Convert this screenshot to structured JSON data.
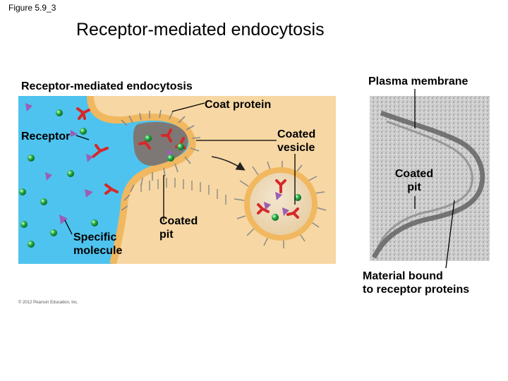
{
  "figure_label": "Figure 5.9_3",
  "slide_title": "Receptor-mediated endocytosis",
  "diagram": {
    "panel_title": "Receptor-mediated endocytosis",
    "labels": {
      "coat_protein": "Coat protein",
      "receptor": "Receptor",
      "coated_vesicle_line1": "Coated",
      "coated_vesicle_line2": "vesicle",
      "coated_pit_left_line1": "Coated",
      "coated_pit_left_line2": "pit",
      "specific_molecule_line1": "Specific",
      "specific_molecule_line2": "molecule"
    }
  },
  "micrograph": {
    "plasma_membrane": "Plasma membrane",
    "coated_pit_line1": "Coated",
    "coated_pit_line2": "pit",
    "material_bound_line1": "Material bound",
    "material_bound_line2": "to receptor proteins"
  },
  "copyright": "© 2012 Pearson Education, Inc.",
  "colors": {
    "extracellular": "#4fc3ef",
    "cytoplasm": "#f7d7a3",
    "membrane": "#f1b860",
    "coat": "#8a8a8a",
    "vesicle_interior": "#7d7875",
    "receptor": "#d62828",
    "molecule_sphere": "#2cb34a",
    "molecule_triangle": "#9a5fb5",
    "micrograph_bg": "#c9c9c9"
  }
}
